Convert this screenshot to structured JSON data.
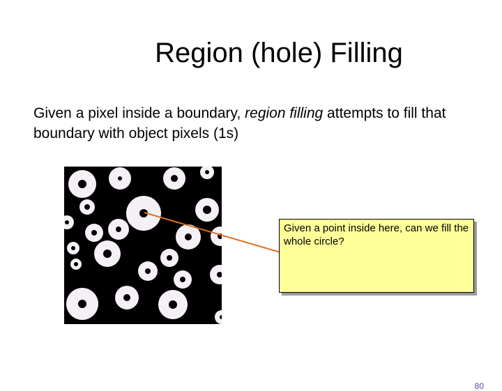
{
  "slide": {
    "title": "Region (hole) Filling",
    "body_prefix": "Given a pixel inside a boundary, ",
    "body_emphasis": "region filling",
    "body_suffix": " attempts to fill that boundary with object pixels (1s)",
    "callout_text": "Given a point inside here, can we fill the whole circle?",
    "page_number": "80"
  },
  "colors": {
    "image_background": "#000000",
    "ring": "#f5f0f6",
    "callout_fill": "#ffff99",
    "connector": "#e07020",
    "page_number": "#5a4aa0"
  }
}
